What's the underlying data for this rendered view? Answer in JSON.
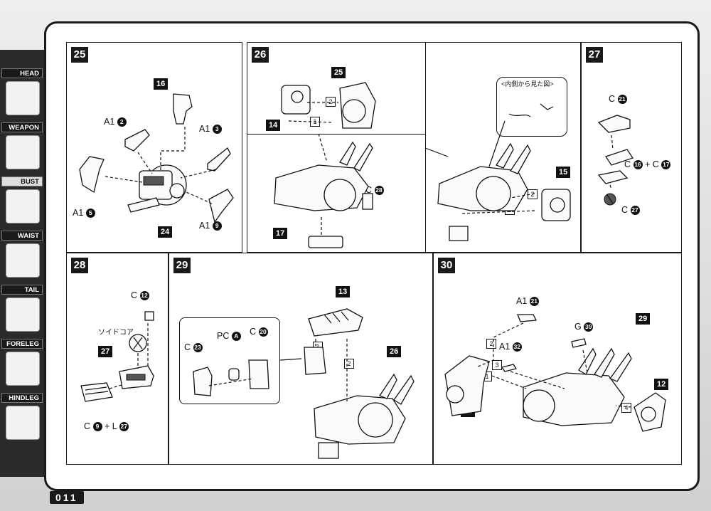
{
  "sidebar": {
    "tabs": [
      {
        "label": "HEAD"
      },
      {
        "label": "WEAPON"
      },
      {
        "label": "BUST"
      },
      {
        "label": "WAIST"
      },
      {
        "label": "TAIL"
      },
      {
        "label": "FORELEG"
      },
      {
        "label": "HINDLEG"
      }
    ],
    "active": "BUST"
  },
  "page_number": "011",
  "steps": {
    "s25": {
      "number": "25",
      "tags": {
        "t16": "16",
        "t24": "24"
      },
      "labels": {
        "a": "A1",
        "a_n": "2",
        "b": "A1",
        "b_n": "3",
        "c": "A1",
        "c_n": "5",
        "d": "A1",
        "d_n": "9"
      }
    },
    "s26": {
      "number": "26",
      "tags": {
        "t25": "25",
        "t14": "14",
        "t17": "17",
        "t15": "15"
      },
      "labels": {
        "c": "C",
        "c_n": "28"
      },
      "callout": "<内側から見た図>",
      "boxes": {
        "b1": "1",
        "b2": "2",
        "b3": "2",
        "b4": "1"
      }
    },
    "s27": {
      "number": "27",
      "labels": {
        "a": "C",
        "a_n": "21",
        "b": "C",
        "b_n": "16",
        "b_plus": "+ C",
        "b_n2": "17",
        "c": "C",
        "c_n": "27"
      }
    },
    "s28": {
      "number": "28",
      "tags": {
        "t27": "27"
      },
      "labels": {
        "a": "C",
        "a_n": "12",
        "core": "ソイドコア",
        "b": "C",
        "b_n": "9",
        "b_plus": "+ L",
        "b_n2": "27"
      }
    },
    "s29": {
      "number": "29",
      "tags": {
        "t13": "13",
        "t26": "26"
      },
      "labels": {
        "a": "C",
        "a_n": "23",
        "b": "PC",
        "b_n": "A",
        "c": "C",
        "c_n": "20"
      },
      "boxes": {
        "b1": "1",
        "b2": "2"
      }
    },
    "s30": {
      "number": "30",
      "tags": {
        "t29": "29",
        "t12": "12",
        "t11": "11"
      },
      "labels": {
        "a": "A1",
        "a_n": "21",
        "b": "G",
        "b_n": "39",
        "c": "A1",
        "c_n": "32"
      },
      "boxes": {
        "b1": "2",
        "b2": "3",
        "b3": "1",
        "b4": "4"
      }
    }
  }
}
